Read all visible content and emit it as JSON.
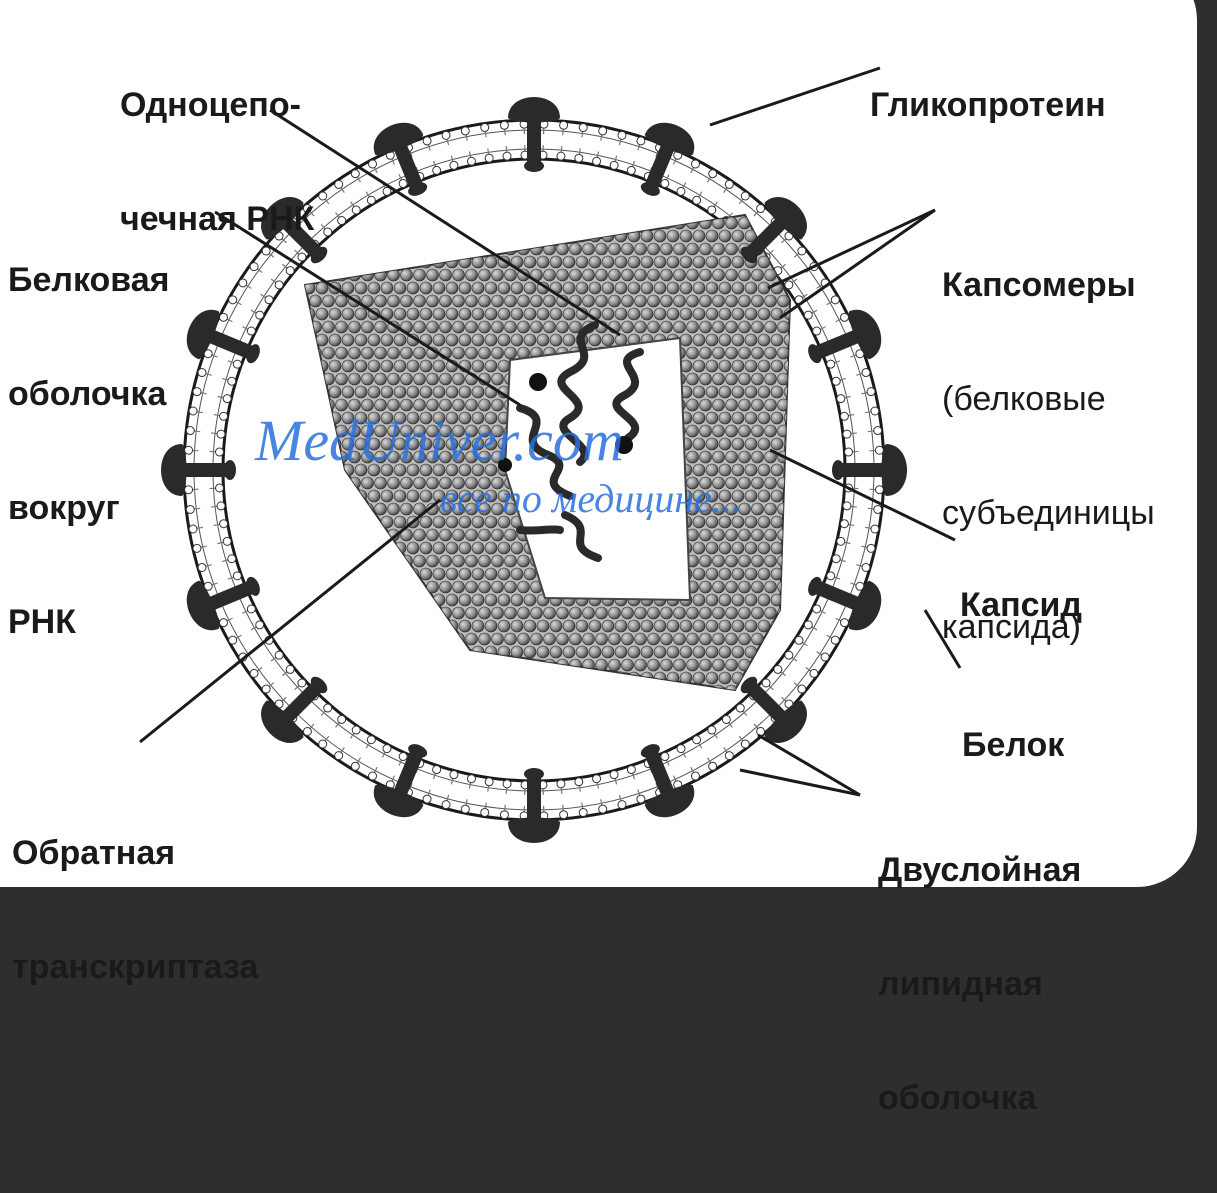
{
  "labels": {
    "ss_rna_1": "Одноцепо-",
    "ss_rna_2": "чечная РНК",
    "glycoprotein": "Гликопротеин",
    "protein_shell_1": "Белковая",
    "protein_shell_2": "оболочка",
    "protein_shell_3": "вокруг",
    "protein_shell_4": "РНК",
    "capsomeres_1": "Капсомеры",
    "capsomeres_2": "(белковые",
    "capsomeres_3": "субъединицы",
    "capsomeres_4": "капсида)",
    "capsid": "Капсид",
    "protein": "Белок",
    "reverse_transcriptase_1": "Обратная",
    "reverse_transcriptase_2": "транскриптаза",
    "lipid_bilayer_1": "Двуслойная",
    "lipid_bilayer_2": "липидная",
    "lipid_bilayer_3": "оболочка"
  },
  "watermark": {
    "site": "MedUniver.com",
    "tagline": "все по медицине..."
  },
  "colors": {
    "background": "#2e2e2e",
    "card": "#ffffff",
    "ink": "#1a1a1a",
    "watermark": "#2f6fd6"
  }
}
